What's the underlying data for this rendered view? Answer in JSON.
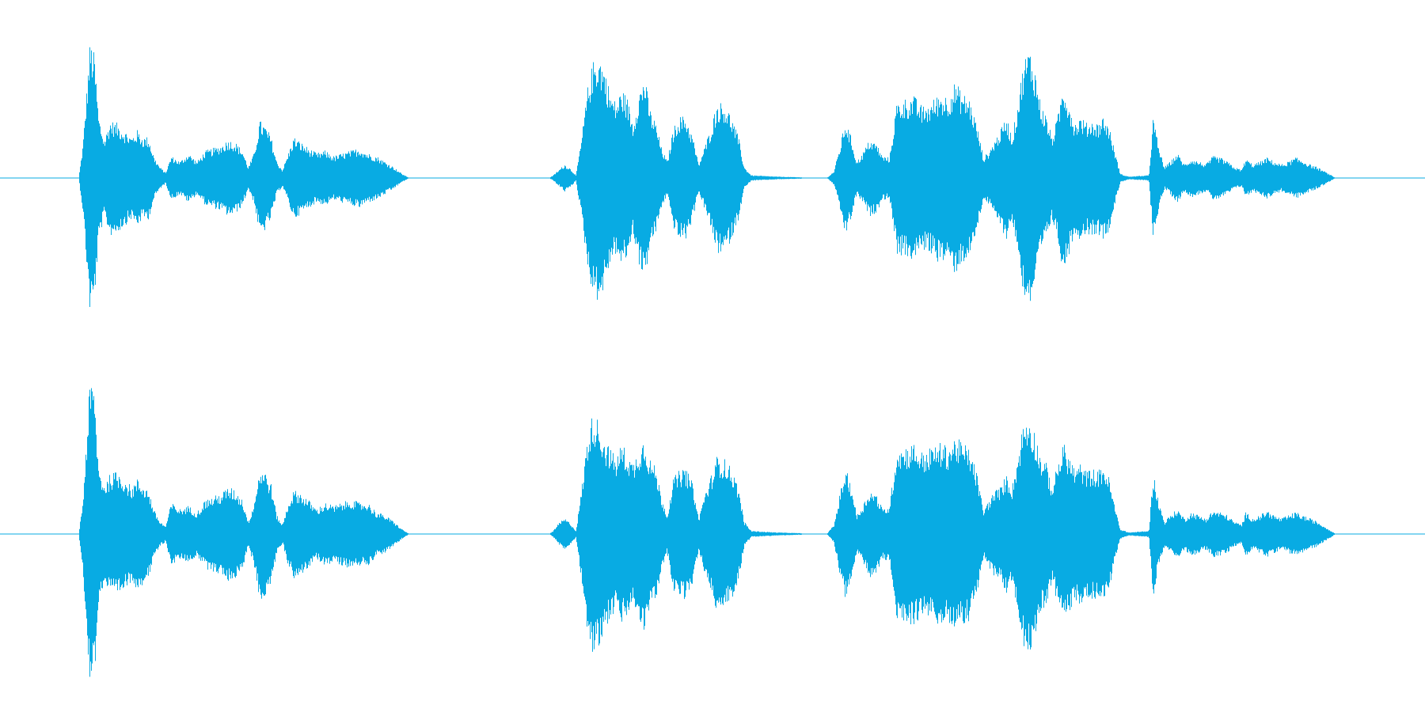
{
  "colors": {
    "background": "#ffffff",
    "waveform": "#08abe3"
  },
  "channels": [
    {
      "name": "left",
      "envelope": [
        [
          0.0,
          0.0
        ],
        [
          0.055,
          0.0
        ],
        [
          0.058,
          0.25
        ],
        [
          0.06,
          0.55
        ],
        [
          0.063,
          1.0
        ],
        [
          0.066,
          0.9
        ],
        [
          0.069,
          0.45
        ],
        [
          0.073,
          0.28
        ],
        [
          0.077,
          0.42
        ],
        [
          0.082,
          0.4
        ],
        [
          0.087,
          0.35
        ],
        [
          0.092,
          0.3
        ],
        [
          0.096,
          0.35
        ],
        [
          0.1,
          0.3
        ],
        [
          0.104,
          0.3
        ],
        [
          0.108,
          0.15
        ],
        [
          0.112,
          0.08
        ],
        [
          0.116,
          0.04
        ],
        [
          0.12,
          0.16
        ],
        [
          0.126,
          0.12
        ],
        [
          0.132,
          0.18
        ],
        [
          0.138,
          0.12
        ],
        [
          0.144,
          0.2
        ],
        [
          0.15,
          0.22
        ],
        [
          0.155,
          0.24
        ],
        [
          0.16,
          0.28
        ],
        [
          0.165,
          0.26
        ],
        [
          0.17,
          0.2
        ],
        [
          0.174,
          0.08
        ],
        [
          0.178,
          0.18
        ],
        [
          0.182,
          0.42
        ],
        [
          0.186,
          0.38
        ],
        [
          0.19,
          0.3
        ],
        [
          0.194,
          0.12
        ],
        [
          0.198,
          0.06
        ],
        [
          0.202,
          0.18
        ],
        [
          0.206,
          0.3
        ],
        [
          0.211,
          0.26
        ],
        [
          0.216,
          0.22
        ],
        [
          0.222,
          0.18
        ],
        [
          0.228,
          0.2
        ],
        [
          0.234,
          0.16
        ],
        [
          0.24,
          0.18
        ],
        [
          0.246,
          0.2
        ],
        [
          0.252,
          0.22
        ],
        [
          0.258,
          0.18
        ],
        [
          0.264,
          0.16
        ],
        [
          0.27,
          0.12
        ],
        [
          0.276,
          0.08
        ],
        [
          0.282,
          0.03
        ],
        [
          0.287,
          0.0
        ],
        [
          0.385,
          0.0
        ],
        [
          0.388,
          0.02
        ],
        [
          0.392,
          0.06
        ],
        [
          0.396,
          0.1
        ],
        [
          0.4,
          0.07
        ],
        [
          0.404,
          0.02
        ],
        [
          0.408,
          0.3
        ],
        [
          0.412,
          0.65
        ],
        [
          0.416,
          0.85
        ],
        [
          0.42,
          0.9
        ],
        [
          0.424,
          0.8
        ],
        [
          0.428,
          0.62
        ],
        [
          0.432,
          0.55
        ],
        [
          0.436,
          0.65
        ],
        [
          0.44,
          0.58
        ],
        [
          0.444,
          0.4
        ],
        [
          0.448,
          0.62
        ],
        [
          0.452,
          0.75
        ],
        [
          0.456,
          0.5
        ],
        [
          0.46,
          0.4
        ],
        [
          0.464,
          0.22
        ],
        [
          0.468,
          0.12
        ],
        [
          0.472,
          0.35
        ],
        [
          0.476,
          0.45
        ],
        [
          0.481,
          0.45
        ],
        [
          0.486,
          0.3
        ],
        [
          0.49,
          0.1
        ],
        [
          0.494,
          0.22
        ],
        [
          0.498,
          0.35
        ],
        [
          0.503,
          0.55
        ],
        [
          0.508,
          0.55
        ],
        [
          0.513,
          0.45
        ],
        [
          0.518,
          0.3
        ],
        [
          0.522,
          0.08
        ],
        [
          0.527,
          0.02
        ],
        [
          0.545,
          0.01
        ],
        [
          0.58,
          0.0
        ],
        [
          0.585,
          0.05
        ],
        [
          0.589,
          0.22
        ],
        [
          0.593,
          0.42
        ],
        [
          0.597,
          0.3
        ],
        [
          0.601,
          0.12
        ],
        [
          0.605,
          0.18
        ],
        [
          0.61,
          0.28
        ],
        [
          0.615,
          0.25
        ],
        [
          0.619,
          0.16
        ],
        [
          0.624,
          0.15
        ],
        [
          0.629,
          0.55
        ],
        [
          0.635,
          0.58
        ],
        [
          0.641,
          0.6
        ],
        [
          0.647,
          0.52
        ],
        [
          0.653,
          0.55
        ],
        [
          0.659,
          0.62
        ],
        [
          0.665,
          0.6
        ],
        [
          0.67,
          0.7
        ],
        [
          0.675,
          0.62
        ],
        [
          0.68,
          0.58
        ],
        [
          0.685,
          0.4
        ],
        [
          0.69,
          0.15
        ],
        [
          0.694,
          0.2
        ],
        [
          0.698,
          0.28
        ],
        [
          0.702,
          0.35
        ],
        [
          0.706,
          0.45
        ],
        [
          0.71,
          0.3
        ],
        [
          0.714,
          0.55
        ],
        [
          0.718,
          0.85
        ],
        [
          0.722,
          0.95
        ],
        [
          0.726,
          0.8
        ],
        [
          0.73,
          0.55
        ],
        [
          0.734,
          0.45
        ],
        [
          0.738,
          0.3
        ],
        [
          0.742,
          0.45
        ],
        [
          0.746,
          0.7
        ],
        [
          0.75,
          0.55
        ],
        [
          0.754,
          0.4
        ],
        [
          0.758,
          0.45
        ],
        [
          0.762,
          0.4
        ],
        [
          0.766,
          0.42
        ],
        [
          0.77,
          0.4
        ],
        [
          0.774,
          0.45
        ],
        [
          0.778,
          0.38
        ],
        [
          0.782,
          0.2
        ],
        [
          0.786,
          0.03
        ],
        [
          0.792,
          0.01
        ],
        [
          0.806,
          0.02
        ],
        [
          0.809,
          0.45
        ],
        [
          0.813,
          0.22
        ],
        [
          0.817,
          0.08
        ],
        [
          0.821,
          0.12
        ],
        [
          0.826,
          0.18
        ],
        [
          0.831,
          0.1
        ],
        [
          0.836,
          0.14
        ],
        [
          0.841,
          0.12
        ],
        [
          0.846,
          0.1
        ],
        [
          0.851,
          0.16
        ],
        [
          0.856,
          0.15
        ],
        [
          0.861,
          0.12
        ],
        [
          0.866,
          0.08
        ],
        [
          0.871,
          0.06
        ],
        [
          0.874,
          0.14
        ],
        [
          0.879,
          0.1
        ],
        [
          0.884,
          0.12
        ],
        [
          0.889,
          0.15
        ],
        [
          0.894,
          0.12
        ],
        [
          0.899,
          0.1
        ],
        [
          0.904,
          0.12
        ],
        [
          0.909,
          0.15
        ],
        [
          0.914,
          0.13
        ],
        [
          0.919,
          0.1
        ],
        [
          0.924,
          0.08
        ],
        [
          0.929,
          0.05
        ],
        [
          0.934,
          0.02
        ],
        [
          0.937,
          0.0
        ],
        [
          1.0,
          0.0
        ]
      ]
    },
    {
      "name": "right",
      "envelope": [
        [
          0.0,
          0.0
        ],
        [
          0.055,
          0.0
        ],
        [
          0.058,
          0.22
        ],
        [
          0.06,
          0.55
        ],
        [
          0.063,
          0.98
        ],
        [
          0.066,
          0.92
        ],
        [
          0.069,
          0.42
        ],
        [
          0.073,
          0.32
        ],
        [
          0.077,
          0.38
        ],
        [
          0.082,
          0.4
        ],
        [
          0.087,
          0.36
        ],
        [
          0.092,
          0.3
        ],
        [
          0.096,
          0.35
        ],
        [
          0.1,
          0.32
        ],
        [
          0.104,
          0.28
        ],
        [
          0.108,
          0.15
        ],
        [
          0.112,
          0.08
        ],
        [
          0.116,
          0.05
        ],
        [
          0.12,
          0.2
        ],
        [
          0.126,
          0.16
        ],
        [
          0.132,
          0.18
        ],
        [
          0.138,
          0.14
        ],
        [
          0.144,
          0.22
        ],
        [
          0.15,
          0.24
        ],
        [
          0.155,
          0.26
        ],
        [
          0.16,
          0.3
        ],
        [
          0.165,
          0.28
        ],
        [
          0.17,
          0.22
        ],
        [
          0.174,
          0.08
        ],
        [
          0.178,
          0.2
        ],
        [
          0.182,
          0.42
        ],
        [
          0.186,
          0.4
        ],
        [
          0.19,
          0.32
        ],
        [
          0.194,
          0.12
        ],
        [
          0.198,
          0.06
        ],
        [
          0.202,
          0.2
        ],
        [
          0.206,
          0.28
        ],
        [
          0.211,
          0.26
        ],
        [
          0.216,
          0.22
        ],
        [
          0.222,
          0.16
        ],
        [
          0.228,
          0.2
        ],
        [
          0.234,
          0.18
        ],
        [
          0.24,
          0.2
        ],
        [
          0.246,
          0.22
        ],
        [
          0.252,
          0.2
        ],
        [
          0.258,
          0.2
        ],
        [
          0.264,
          0.14
        ],
        [
          0.27,
          0.12
        ],
        [
          0.276,
          0.08
        ],
        [
          0.282,
          0.03
        ],
        [
          0.287,
          0.0
        ],
        [
          0.385,
          0.0
        ],
        [
          0.388,
          0.02
        ],
        [
          0.392,
          0.07
        ],
        [
          0.396,
          0.1
        ],
        [
          0.4,
          0.07
        ],
        [
          0.404,
          0.02
        ],
        [
          0.408,
          0.3
        ],
        [
          0.412,
          0.62
        ],
        [
          0.416,
          0.78
        ],
        [
          0.42,
          0.72
        ],
        [
          0.424,
          0.6
        ],
        [
          0.428,
          0.55
        ],
        [
          0.432,
          0.48
        ],
        [
          0.436,
          0.58
        ],
        [
          0.44,
          0.52
        ],
        [
          0.444,
          0.45
        ],
        [
          0.448,
          0.55
        ],
        [
          0.452,
          0.62
        ],
        [
          0.456,
          0.48
        ],
        [
          0.46,
          0.42
        ],
        [
          0.464,
          0.24
        ],
        [
          0.468,
          0.12
        ],
        [
          0.472,
          0.35
        ],
        [
          0.476,
          0.4
        ],
        [
          0.481,
          0.42
        ],
        [
          0.486,
          0.32
        ],
        [
          0.49,
          0.1
        ],
        [
          0.494,
          0.25
        ],
        [
          0.498,
          0.35
        ],
        [
          0.503,
          0.5
        ],
        [
          0.508,
          0.48
        ],
        [
          0.513,
          0.42
        ],
        [
          0.518,
          0.3
        ],
        [
          0.522,
          0.08
        ],
        [
          0.527,
          0.02
        ],
        [
          0.545,
          0.01
        ],
        [
          0.58,
          0.0
        ],
        [
          0.585,
          0.06
        ],
        [
          0.589,
          0.25
        ],
        [
          0.593,
          0.42
        ],
        [
          0.597,
          0.32
        ],
        [
          0.601,
          0.12
        ],
        [
          0.605,
          0.18
        ],
        [
          0.61,
          0.28
        ],
        [
          0.615,
          0.25
        ],
        [
          0.619,
          0.16
        ],
        [
          0.624,
          0.18
        ],
        [
          0.629,
          0.55
        ],
        [
          0.635,
          0.56
        ],
        [
          0.641,
          0.58
        ],
        [
          0.647,
          0.52
        ],
        [
          0.653,
          0.55
        ],
        [
          0.659,
          0.58
        ],
        [
          0.665,
          0.56
        ],
        [
          0.67,
          0.62
        ],
        [
          0.675,
          0.58
        ],
        [
          0.68,
          0.55
        ],
        [
          0.685,
          0.4
        ],
        [
          0.69,
          0.15
        ],
        [
          0.694,
          0.22
        ],
        [
          0.698,
          0.28
        ],
        [
          0.702,
          0.3
        ],
        [
          0.706,
          0.38
        ],
        [
          0.71,
          0.3
        ],
        [
          0.714,
          0.5
        ],
        [
          0.718,
          0.72
        ],
        [
          0.722,
          0.75
        ],
        [
          0.726,
          0.65
        ],
        [
          0.73,
          0.5
        ],
        [
          0.734,
          0.45
        ],
        [
          0.738,
          0.3
        ],
        [
          0.742,
          0.45
        ],
        [
          0.746,
          0.58
        ],
        [
          0.75,
          0.5
        ],
        [
          0.754,
          0.42
        ],
        [
          0.758,
          0.45
        ],
        [
          0.762,
          0.4
        ],
        [
          0.766,
          0.42
        ],
        [
          0.77,
          0.4
        ],
        [
          0.774,
          0.44
        ],
        [
          0.778,
          0.36
        ],
        [
          0.782,
          0.18
        ],
        [
          0.786,
          0.03
        ],
        [
          0.792,
          0.01
        ],
        [
          0.806,
          0.02
        ],
        [
          0.809,
          0.4
        ],
        [
          0.813,
          0.2
        ],
        [
          0.817,
          0.08
        ],
        [
          0.821,
          0.12
        ],
        [
          0.826,
          0.16
        ],
        [
          0.831,
          0.1
        ],
        [
          0.836,
          0.14
        ],
        [
          0.841,
          0.12
        ],
        [
          0.846,
          0.1
        ],
        [
          0.851,
          0.15
        ],
        [
          0.856,
          0.14
        ],
        [
          0.861,
          0.12
        ],
        [
          0.866,
          0.08
        ],
        [
          0.871,
          0.06
        ],
        [
          0.874,
          0.14
        ],
        [
          0.879,
          0.1
        ],
        [
          0.884,
          0.12
        ],
        [
          0.889,
          0.15
        ],
        [
          0.894,
          0.12
        ],
        [
          0.899,
          0.1
        ],
        [
          0.904,
          0.12
        ],
        [
          0.909,
          0.14
        ],
        [
          0.914,
          0.12
        ],
        [
          0.919,
          0.1
        ],
        [
          0.924,
          0.08
        ],
        [
          0.929,
          0.05
        ],
        [
          0.934,
          0.02
        ],
        [
          0.937,
          0.0
        ],
        [
          1.0,
          0.0
        ]
      ]
    }
  ]
}
